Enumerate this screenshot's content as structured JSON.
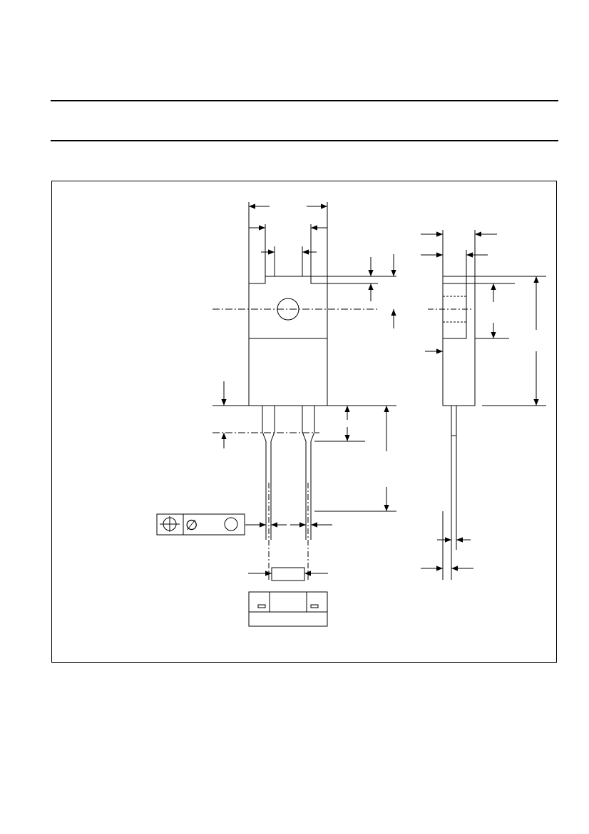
{
  "header": {
    "title": "",
    "subtitle": ""
  },
  "drawing": {
    "tolerance_frame_symbols": [
      "position-symbol",
      "diameter-symbol",
      "datum-circle"
    ],
    "diameter_glyph": "∅"
  },
  "colors": {
    "line": "#000000",
    "background": "#ffffff"
  }
}
